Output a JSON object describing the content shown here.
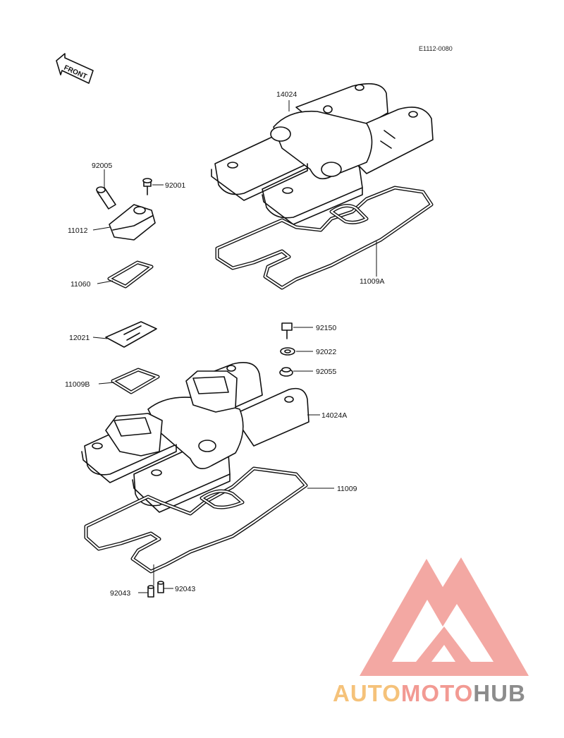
{
  "diagram": {
    "ref_code": "E1112-0080",
    "front_label": "FRONT",
    "parts": [
      {
        "id": "14024",
        "label": "14024"
      },
      {
        "id": "92005",
        "label": "92005"
      },
      {
        "id": "92001",
        "label": "92001"
      },
      {
        "id": "11012",
        "label": "11012"
      },
      {
        "id": "11060",
        "label": "11060"
      },
      {
        "id": "11009A",
        "label": "11009A"
      },
      {
        "id": "12021",
        "label": "12021"
      },
      {
        "id": "92150",
        "label": "92150"
      },
      {
        "id": "92022",
        "label": "92022"
      },
      {
        "id": "92055",
        "label": "92055"
      },
      {
        "id": "11009B",
        "label": "11009B"
      },
      {
        "id": "14024A",
        "label": "14024A"
      },
      {
        "id": "11009",
        "label": "11009"
      },
      {
        "id": "92043a",
        "label": "92043"
      },
      {
        "id": "92043b",
        "label": "92043"
      }
    ]
  },
  "watermark": {
    "text_auto": "AUTO",
    "text_moto": "MOTO",
    "text_hub": "HUB",
    "colors": {
      "auto": "#f5c27a",
      "moto": "#f29a93",
      "hub": "#8c8c8c",
      "triangle": "#f29a93"
    }
  }
}
